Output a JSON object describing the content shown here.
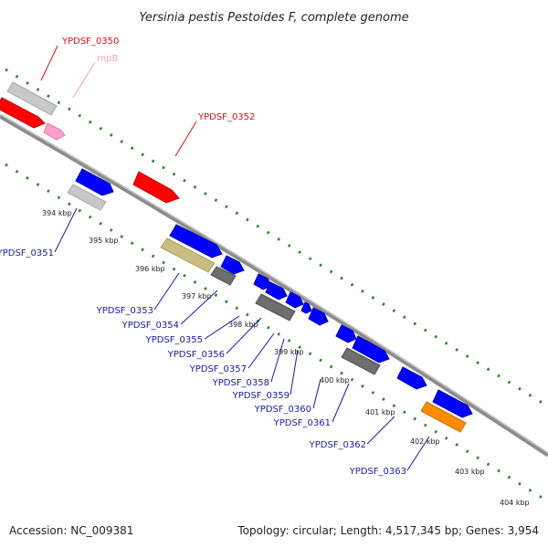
{
  "title": "Yersinia pestis Pestoides F, complete genome",
  "footer": {
    "accession": "Accession: NC_009381",
    "summary": "Topology: circular; Length: 4,517,345 bp; Genes: 3,954"
  },
  "colors": {
    "backbone": "#8c8c8c",
    "tick": "#2e8b2e",
    "red": "#ff0000",
    "blue": "#0000ff",
    "light_gray": "#c8c8c8",
    "dark_gray": "#6e6e6e",
    "khaki": "#c8be82",
    "pink": "#ffa0cc",
    "orange": "#ff8c00",
    "label_blue": "#1a1aa6",
    "label_red": "#dd1111",
    "label_pink": "#f3a0c4"
  },
  "scale_labels": [
    "394 kbp",
    "395 kbp",
    "396 kbp",
    "397 kbp",
    "398 kbp",
    "399 kbp",
    "400 kbp",
    "401 kbp",
    "402 kbp",
    "403 kbp",
    "404 kbp"
  ],
  "gene_labels": [
    {
      "id": "YPDSF_0350",
      "color": "label_red"
    },
    {
      "id": "rnpB",
      "color": "label_pink"
    },
    {
      "id": "YPDSF_0352",
      "color": "label_red"
    },
    {
      "id": "YPDSF_0351",
      "color": "label_blue"
    },
    {
      "id": "YPDSF_0353",
      "color": "label_blue"
    },
    {
      "id": "YPDSF_0354",
      "color": "label_blue"
    },
    {
      "id": "YPDSF_0355",
      "color": "label_blue"
    },
    {
      "id": "YPDSF_0356",
      "color": "label_blue"
    },
    {
      "id": "YPDSF_0357",
      "color": "label_blue"
    },
    {
      "id": "YPDSF_0358",
      "color": "label_blue"
    },
    {
      "id": "YPDSF_0359",
      "color": "label_blue"
    },
    {
      "id": "YPDSF_0360",
      "color": "label_blue"
    },
    {
      "id": "YPDSF_0361",
      "color": "label_blue"
    },
    {
      "id": "YPDSF_0362",
      "color": "label_blue"
    },
    {
      "id": "YPDSF_0363",
      "color": "label_blue"
    }
  ]
}
